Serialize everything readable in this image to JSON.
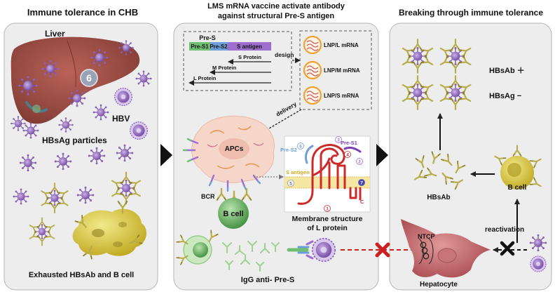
{
  "panels": {
    "left": {
      "title": "Immune tolerance in CHB",
      "liver_label": "Liver",
      "badge": "6",
      "hbv_label": "HBV",
      "particles_label": "HBsAg particles",
      "footer": "Exhausted HBsAb and B cell"
    },
    "middle": {
      "title_line1": "LMS mRNA vaccine activate antibody",
      "title_line2": "against structural Pre-S antigen",
      "gene": {
        "pres_label": "Pre-S",
        "segments": [
          "Pre-S1",
          "Pre-S2",
          "S antigen"
        ],
        "proteins": [
          "S Protein",
          "M Protein",
          "L Protein"
        ]
      },
      "design_label": "design",
      "mrna": [
        "LNP/L mRNA",
        "LNP/M mRNA",
        "LNP/S mRNA"
      ],
      "delivery_label": "delivery",
      "apcs_label": "APCs",
      "bcr_label": "BCR",
      "bcell_label": "B cell",
      "membrane": {
        "pres2_label": "Pre-S2",
        "pres1_label": "Pre-S1",
        "santigen_label": "S antigen",
        "numbers": [
          "1",
          "2",
          "3",
          "4",
          "5",
          "6",
          "7"
        ],
        "c_label": "C",
        "caption_line1": "Membrane structure",
        "caption_line2": "of L protein"
      },
      "footer": "IgG anti- Pre-S"
    },
    "right": {
      "title": "Breaking through immune tolerance",
      "hbsab_status": "HBsAb ＋",
      "hbsag_status": "HBsAg −",
      "hbsab_label": "HBsAb",
      "bcell_label": "B cell",
      "reactivation_label": "reactivation",
      "ntcp_label": "NTCP",
      "hepatocyte_label": "Hepatocyte"
    }
  },
  "colors": {
    "panel_bg": "#ededed",
    "panel_stroke": "#b5b5b5",
    "liver": "#9a4a40",
    "virus": "#8a62b8",
    "virus_spike": "#7a50a8",
    "antibody": "#b8ad4a",
    "bcell": "#4ea04e",
    "bcell_light": "#9fd292",
    "apc": "#f5d6c8",
    "pres1": "#6fbf73",
    "pres2": "#6f9fd8",
    "santigen": "#9f6fcf",
    "exhausted_cell": "#c9c43a",
    "hepatocyte": "#b35a5e",
    "red_arrow": "#cc2020",
    "membrane_red": "#cc2a2a",
    "arrow_dark": "#222222"
  }
}
